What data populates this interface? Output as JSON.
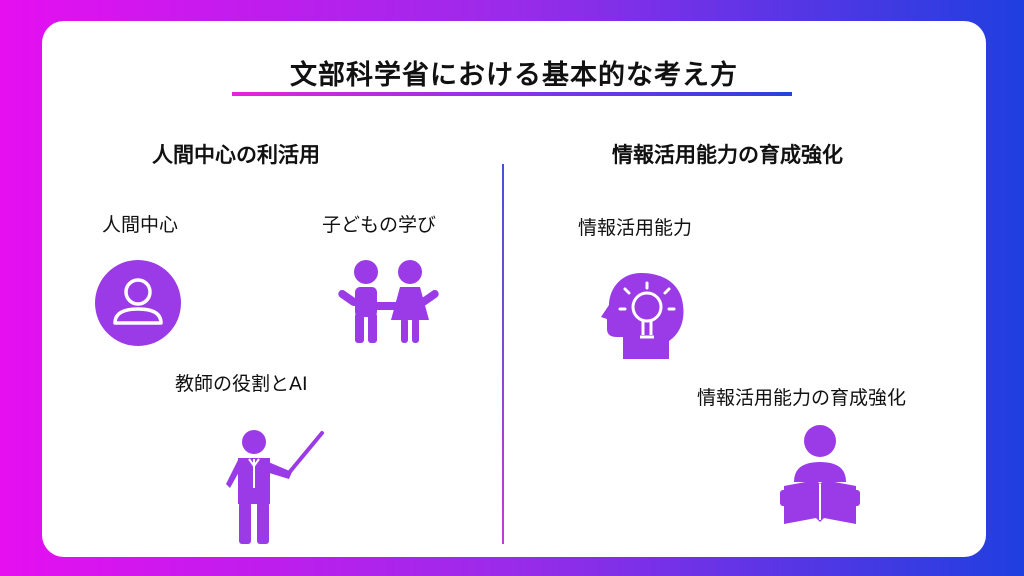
{
  "title": "文部科学省における基本的な考え方",
  "left": {
    "heading": "人間中心の利活用",
    "items": [
      {
        "label": "人間中心",
        "icon": "person-circle-icon"
      },
      {
        "label": "子どもの学び",
        "icon": "children-icon"
      },
      {
        "label": "教師の役割とAI",
        "icon": "teacher-pointer-icon"
      }
    ]
  },
  "right": {
    "heading": "情報活用能力の育成強化",
    "items": [
      {
        "label": "情報活用能力",
        "icon": "head-lightbulb-icon"
      },
      {
        "label": "情報活用能力の育成強化",
        "icon": "person-reading-icon"
      }
    ]
  },
  "colors": {
    "accent": "#9b3be8",
    "gradient_start": "#e60ff0",
    "gradient_end": "#1f3fe0",
    "card": "#ffffff"
  }
}
